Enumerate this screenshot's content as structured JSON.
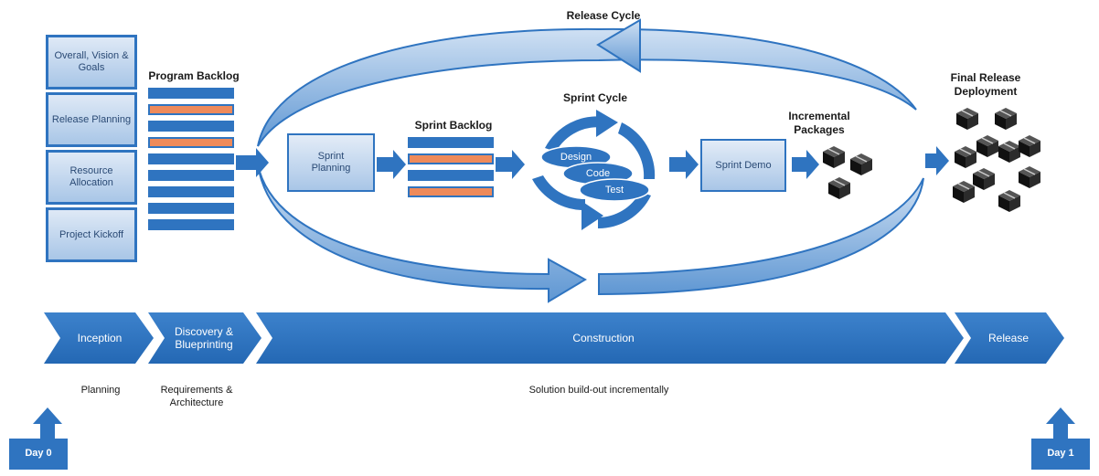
{
  "release_cycle": "Release Cycle",
  "left_boxes": [
    "Overall, Vision & Goals",
    "Release Planning",
    "Resource Allocation",
    "Project Kickoff"
  ],
  "program_backlog": "Program Backlog",
  "sprint_planning": "Sprint Planning",
  "sprint_backlog": "Sprint Backlog",
  "sprint_cycle": "Sprint Cycle",
  "sprint_cycle_steps": [
    "Design",
    "Code",
    "Test"
  ],
  "sprint_demo": "Sprint Demo",
  "incremental_packages": "Incremental Packages",
  "final_release": "Final Release Deployment",
  "phases": [
    "Inception",
    "Discovery & Blueprinting",
    "Construction",
    "Release"
  ],
  "phase_captions": [
    "Planning",
    "Requirements & Architecture",
    "Solution build-out incrementally"
  ],
  "day_start": "Day 0",
  "day_end": "Day 1",
  "colors": {
    "primary": "#2f74c0",
    "light": "#a9c6e7",
    "accent": "#ee8a5a"
  }
}
